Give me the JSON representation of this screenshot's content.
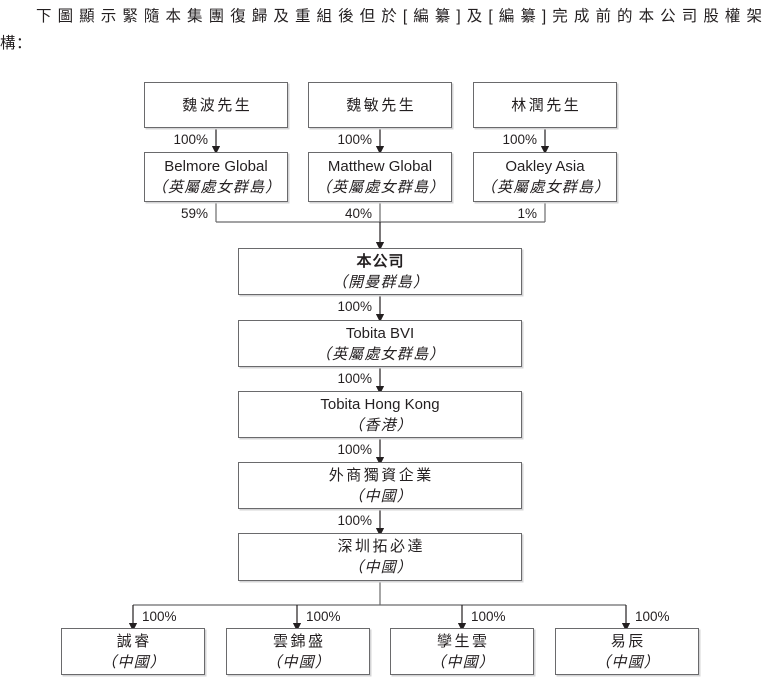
{
  "document": {
    "intro_line1": "下圖顯示緊隨本集團復歸及重組後但於[編纂]及[編纂]完成前的本公司股權架",
    "intro_line2": "構："
  },
  "diagram": {
    "type": "corporate-ownership-structure",
    "line_color": "#6a6a6c",
    "text_color": "#231f20",
    "nodes": [
      {
        "id": "wei-bo",
        "name": "魏波先生",
        "locale": ""
      },
      {
        "id": "wei-min",
        "name": "魏敏先生",
        "locale": ""
      },
      {
        "id": "lin-run",
        "name": "林潤先生",
        "locale": ""
      },
      {
        "id": "belmore-global",
        "name": "Belmore Global",
        "locale": "（英屬處女群島）"
      },
      {
        "id": "matthew-global",
        "name": "Matthew Global",
        "locale": "（英屬處女群島）"
      },
      {
        "id": "oakley-asia",
        "name": "Oakley Asia",
        "locale": "（英屬處女群島）"
      },
      {
        "id": "the-company",
        "name": "本公司",
        "locale": "（開曼群島）"
      },
      {
        "id": "tobita-bvi",
        "name": "Tobita BVI",
        "locale": "（英屬處女群島）"
      },
      {
        "id": "tobita-hong-kong",
        "name": "Tobita Hong Kong",
        "locale": "（香港）"
      },
      {
        "id": "wfoe",
        "name": "外商獨資企業",
        "locale": "（中國）"
      },
      {
        "id": "shenzhen-tuobida",
        "name": "深圳拓必達",
        "locale": "（中國）"
      },
      {
        "id": "chengrui",
        "name": "誠睿",
        "locale": "（中國）"
      },
      {
        "id": "yunjinsheng",
        "name": "雲錦盛",
        "locale": "（中國）"
      },
      {
        "id": "luanshengyun",
        "name": "孿生雲",
        "locale": "（中國）"
      },
      {
        "id": "yichen",
        "name": "易辰",
        "locale": "（中國）"
      }
    ],
    "edges": [
      {
        "from": "wei-bo",
        "to": "belmore-global",
        "label": "100%"
      },
      {
        "from": "wei-min",
        "to": "matthew-global",
        "label": "100%"
      },
      {
        "from": "lin-run",
        "to": "oakley-asia",
        "label": "100%"
      },
      {
        "from": "belmore-global",
        "to": "the-company",
        "label": "59%"
      },
      {
        "from": "matthew-global",
        "to": "the-company",
        "label": "40%"
      },
      {
        "from": "oakley-asia",
        "to": "the-company",
        "label": "1%"
      },
      {
        "from": "the-company",
        "to": "tobita-bvi",
        "label": "100%"
      },
      {
        "from": "tobita-bvi",
        "to": "tobita-hong-kong",
        "label": "100%"
      },
      {
        "from": "tobita-hong-kong",
        "to": "wfoe",
        "label": "100%"
      },
      {
        "from": "wfoe",
        "to": "shenzhen-tuobida",
        "label": "100%"
      },
      {
        "from": "shenzhen-tuobida",
        "to": "chengrui",
        "label": "100%"
      },
      {
        "from": "shenzhen-tuobida",
        "to": "yunjinsheng",
        "label": "100%"
      },
      {
        "from": "shenzhen-tuobida",
        "to": "luanshengyun",
        "label": "100%"
      },
      {
        "from": "shenzhen-tuobida",
        "to": "yichen",
        "label": "100%"
      }
    ]
  }
}
